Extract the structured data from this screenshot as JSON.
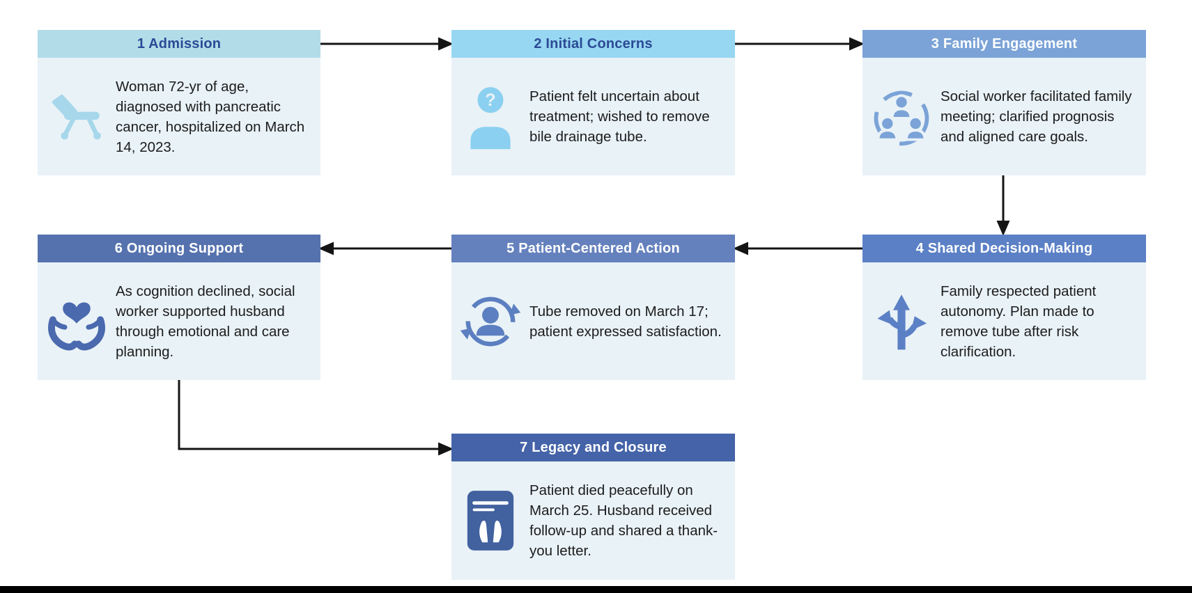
{
  "diagram": {
    "type": "flowchart",
    "description": "Seven-step palliative care case timeline flowchart"
  },
  "palette": {
    "body_bg": "#e9f2f7",
    "arrow_color": "#141414",
    "bottom_bar": "#000000"
  },
  "steps": [
    {
      "title": "1 Admission",
      "body": "Woman 72-yr of age, diagnosed with pancreatic cancer, hospitalized on March 14, 2023.",
      "header_bg": "#b3dce9",
      "header_color": "#2b4a96",
      "icon": "hospital-bed",
      "icon_color": "#a6d7ea"
    },
    {
      "title": "2 Initial Concerns",
      "body": "Patient felt uncertain about treatment; wished to remove bile drainage tube.",
      "header_bg": "#97d7f1",
      "header_color": "#2b4a96",
      "icon": "patient-question",
      "icon_color": "#8bd0f0"
    },
    {
      "title": "3 Family Engagement",
      "body": "Social worker facilitated family meeting; clarified prognosis and aligned care goals.",
      "header_bg": "#7ba3d7",
      "header_color": "#ffffff",
      "icon": "family-meeting",
      "icon_color": "#7ba3d7"
    },
    {
      "title": "4 Shared Decision-Making",
      "body": "Family respected patient autonomy. Plan made to remove tube after risk clarification.",
      "header_bg": "#5b80c5",
      "header_color": "#ffffff",
      "icon": "decision-paths",
      "icon_color": "#5b80c5"
    },
    {
      "title": "5 Patient-Centered Action",
      "body": "Tube removed on March 17; patient expressed satisfaction.",
      "header_bg": "#6581bd",
      "header_color": "#ffffff",
      "icon": "patient-centered",
      "icon_color": "#5b7fc0"
    },
    {
      "title": "6 Ongoing Support",
      "body": "As cognition declined, social worker supported husband through emotional and care planning.",
      "header_bg": "#5572ae",
      "header_color": "#ffffff",
      "icon": "hands-heart",
      "icon_color": "#4a69ae"
    },
    {
      "title": "7 Legacy and Closure",
      "body": "Patient died peacefully on March 25. Husband received follow-up and shared a thank-you letter.",
      "header_bg": "#4463a8",
      "header_color": "#ffffff",
      "icon": "legacy-letter",
      "icon_color": "#41619f"
    }
  ],
  "flow": [
    {
      "from": "1 Admission",
      "to": "2 Initial Concerns"
    },
    {
      "from": "2 Initial Concerns",
      "to": "3 Family Engagement"
    },
    {
      "from": "3 Family Engagement",
      "to": "4 Shared Decision-Making"
    },
    {
      "from": "4 Shared Decision-Making",
      "to": "5 Patient-Centered Action"
    },
    {
      "from": "5 Patient-Centered Action",
      "to": "6 Ongoing Support"
    },
    {
      "from": "6 Ongoing Support",
      "to": "7 Legacy and Closure"
    }
  ]
}
